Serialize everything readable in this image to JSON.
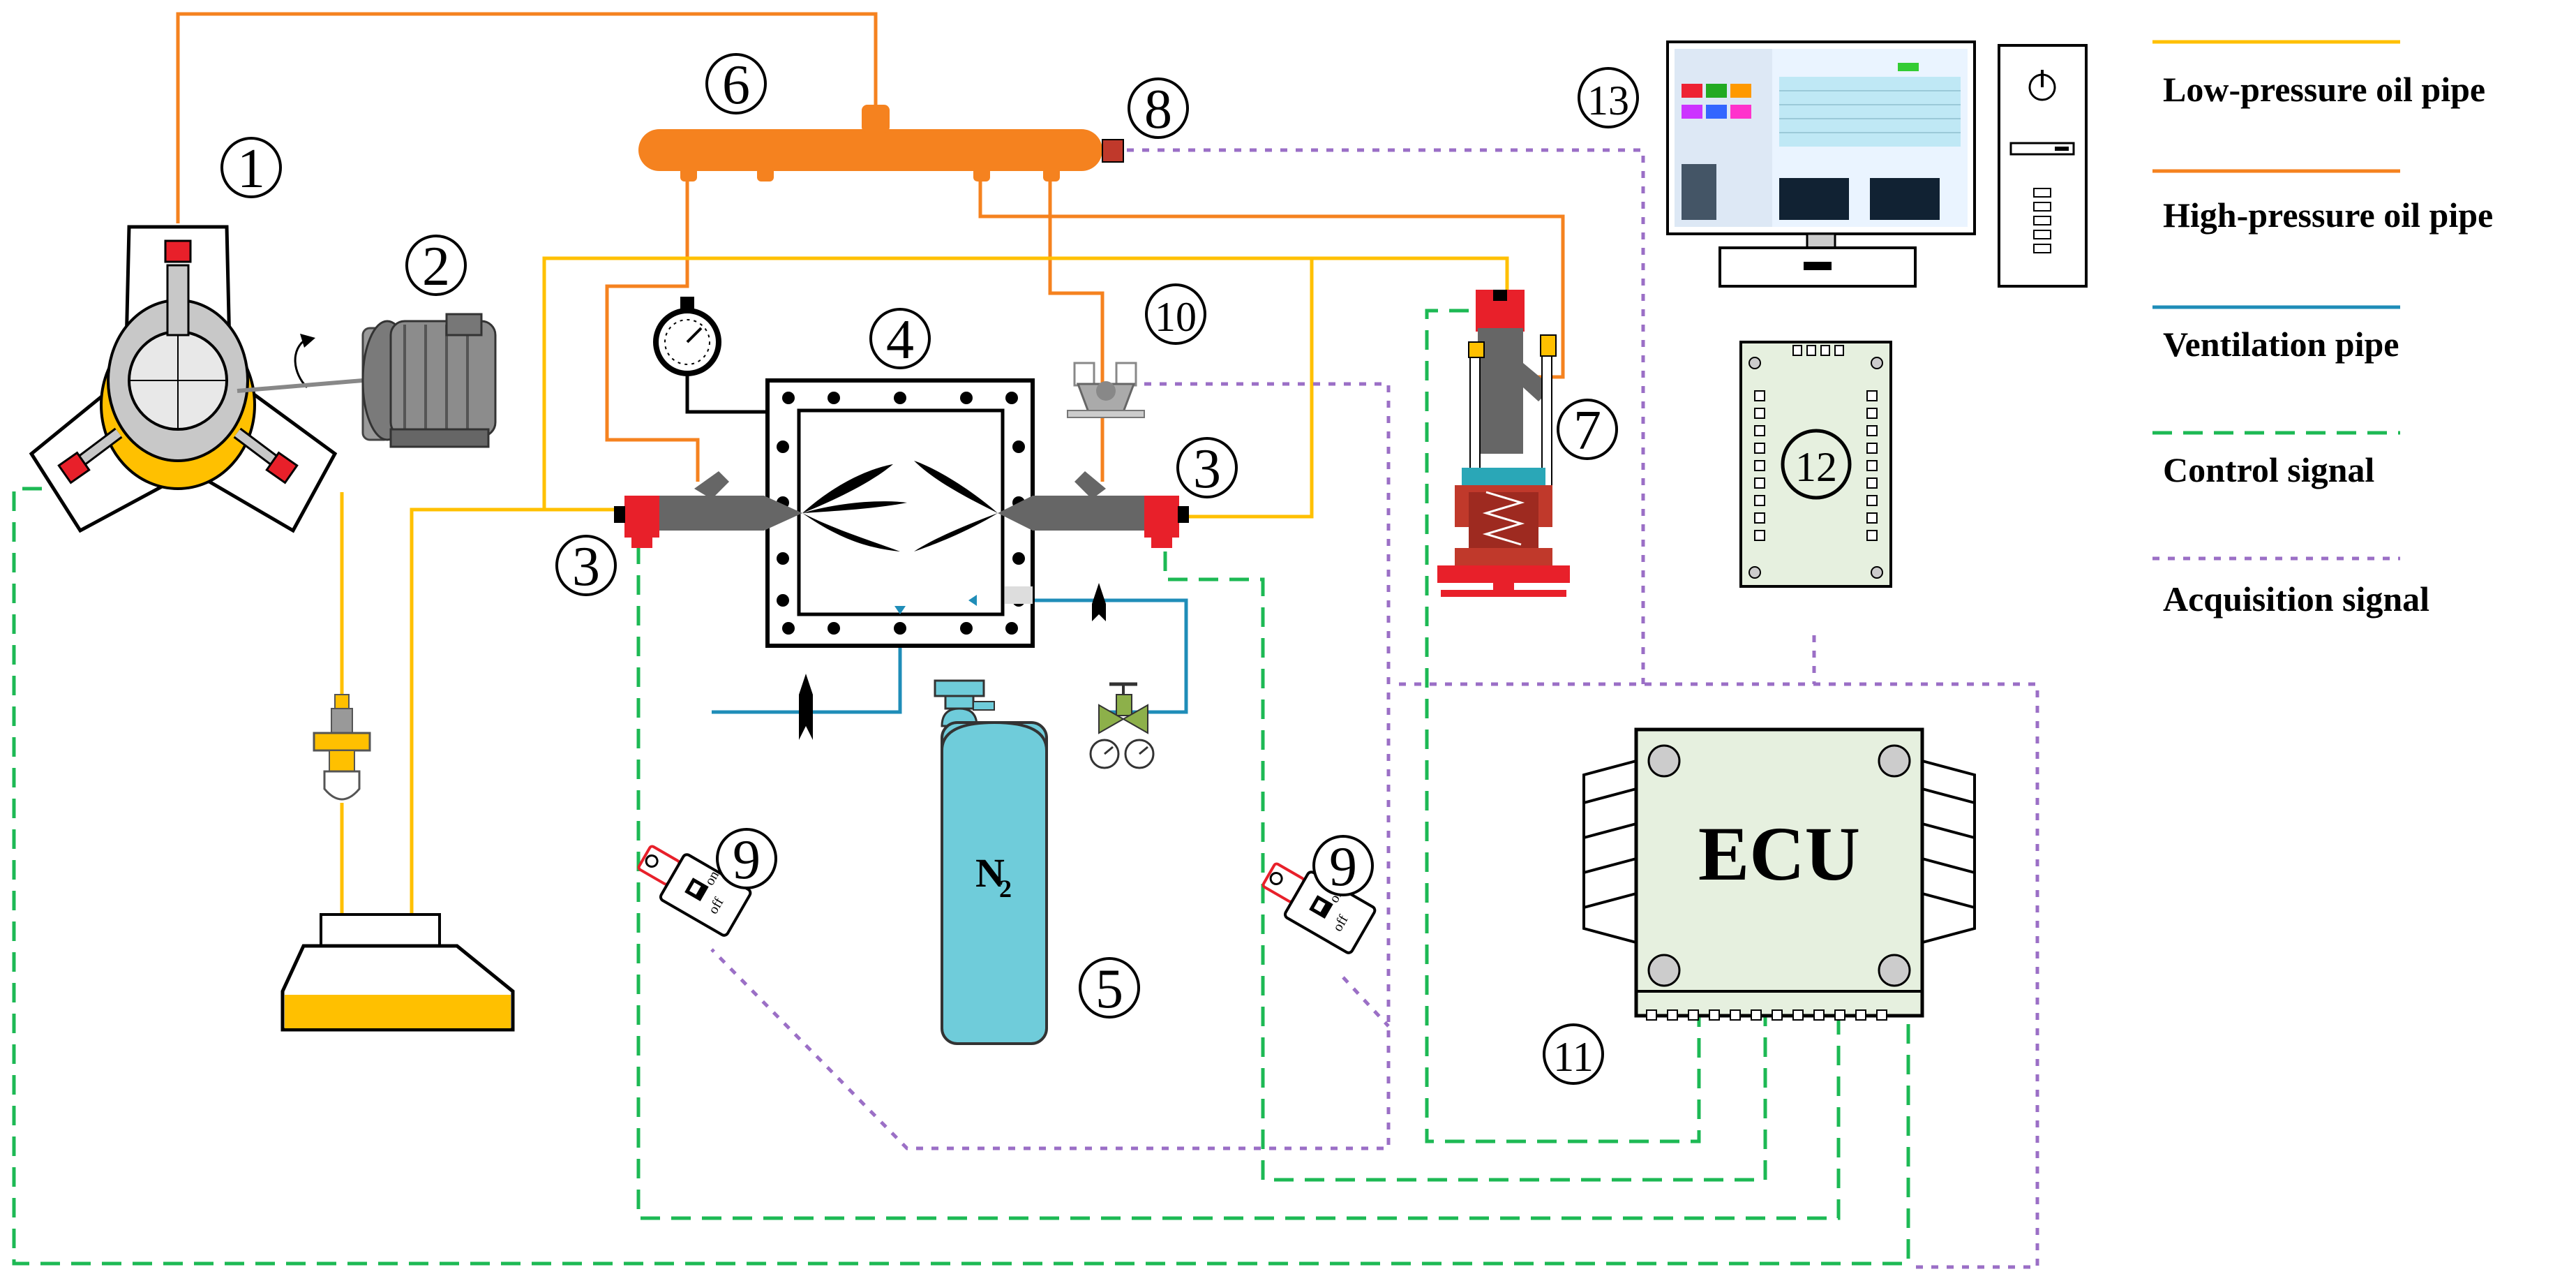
{
  "diagram": {
    "component_numbers": [
      "1",
      "2",
      "3",
      "3",
      "4",
      "5",
      "6",
      "7",
      "8",
      "9",
      "9",
      "10",
      "11",
      "12",
      "13"
    ],
    "cylinder_label": "N",
    "cylinder_label_sub": "2",
    "ecu_label": "ECU",
    "switch_on": "on",
    "switch_off": "off"
  },
  "legend": [
    {
      "label": "Low-pressure oil pipe",
      "color": "#FFC000",
      "style": "solid"
    },
    {
      "label": "High-pressure oil pipe",
      "color": "#F5821F",
      "style": "solid"
    },
    {
      "label": "Ventilation pipe",
      "color": "#1F8DB8",
      "style": "solid"
    },
    {
      "label": "Control signal",
      "color": "#1DB954",
      "style": "dashed"
    },
    {
      "label": "Acquisition signal",
      "color": "#9B6FC6",
      "style": "dotted"
    }
  ],
  "colors": {
    "low_pressure": "#FFC000",
    "high_pressure": "#F5821F",
    "ventilation": "#1F8DB8",
    "control": "#1DB954",
    "acquisition": "#9B6FC6",
    "injector_red": "#E8202A",
    "ecu_fill": "#E6F0DF",
    "cylinder_fill": "#6FCCDA"
  }
}
